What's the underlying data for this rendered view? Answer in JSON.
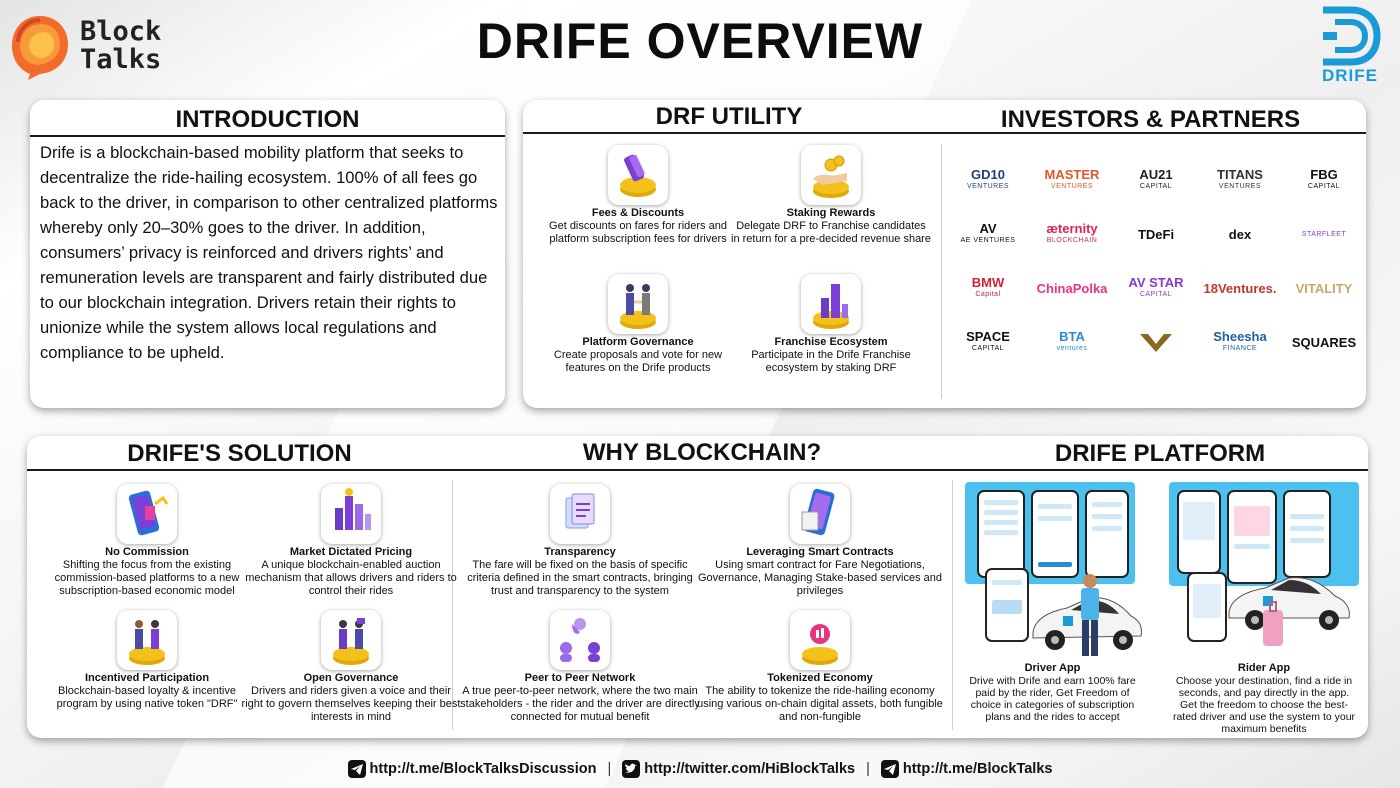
{
  "header": {
    "brand_line1": "Block",
    "brand_line2": "Talks",
    "title": "DRIFE OVERVIEW",
    "drife_logo_text": "DRIFE"
  },
  "introduction": {
    "title": "INTRODUCTION",
    "body": "Drife is a blockchain-based mobility platform that seeks to decentralize the ride-hailing ecosystem. 100% of all fees go back to the driver, in comparison to other centralized platforms whereby only 20–30% goes to the driver. In addition, consumers’ privacy is reinforced and drivers rights’ and remuneration levels are transparent and fairly distributed due to our blockchain integration. Drivers retain their rights to unionize while the system allows local regulations and compliance to be upheld."
  },
  "utility": {
    "title": "DRF UTILITY",
    "items": [
      {
        "title": "Fees & Discounts",
        "desc": "Get discounts on fares for riders and platform subscription fees for drivers"
      },
      {
        "title": "Staking Rewards",
        "desc": "Delegate  DRF  to Franchise candidates in return for a pre-decided revenue share"
      },
      {
        "title": "Platform Governance",
        "desc": "Create proposals and vote for new features on the Drife products"
      },
      {
        "title": "Franchise Ecosystem",
        "desc": "Participate in the Drife Franchise ecosystem by staking DRF"
      }
    ]
  },
  "investors": {
    "title": "INVESTORS & PARTNERS",
    "logos": [
      {
        "name": "GD10",
        "sub": "VENTURES",
        "color": "#1f3f7a"
      },
      {
        "name": "MASTER",
        "sub": "VENTURES",
        "color": "#e2562a"
      },
      {
        "name": "AU21",
        "sub": "CAPITAL",
        "color": "#222222"
      },
      {
        "name": "TITANS",
        "sub": "VENTURES",
        "color": "#333333"
      },
      {
        "name": "FBG",
        "sub": "CAPITAL",
        "color": "#111111"
      },
      {
        "name": "AV",
        "sub": "AE VENTURES",
        "color": "#111111"
      },
      {
        "name": "æternity",
        "sub": "BLOCKCHAIN",
        "color": "#e0245e"
      },
      {
        "name": "TDeFi",
        "sub": "",
        "color": "#111111"
      },
      {
        "name": "dex",
        "sub": "",
        "color": "#111111"
      },
      {
        "name": "",
        "sub": "STARFLEET",
        "color": "#7b3fd8"
      },
      {
        "name": "BMW",
        "sub": "Capital",
        "color": "#d4213a"
      },
      {
        "name": "ChinaPolka",
        "sub": "",
        "color": "#e8347f"
      },
      {
        "name": "AV STAR",
        "sub": "CAPITAL",
        "color": "#8a3ad1"
      },
      {
        "name": "18Ventures.",
        "sub": "",
        "color": "#c0392b"
      },
      {
        "name": "VITALITY",
        "sub": "",
        "color": "#c9a86a"
      },
      {
        "name": "SPACE",
        "sub": "CAPITAL",
        "color": "#111111"
      },
      {
        "name": "BTA",
        "sub": "ventures",
        "color": "#2a8bd8"
      },
      {
        "name": "",
        "sub": "",
        "color": "#8a6a1a"
      },
      {
        "name": "Sheesha",
        "sub": "FINANCE",
        "color": "#1f5fa8"
      },
      {
        "name": "SQUARES",
        "sub": "",
        "color": "#111111"
      }
    ]
  },
  "solution": {
    "title": "DRIFE'S SOLUTION",
    "items": [
      {
        "title": "No Commission",
        "desc": "Shifting the focus from the existing commission-based platforms to a new subscription-based economic model"
      },
      {
        "title": "Market Dictated Pricing",
        "desc": "A unique blockchain-enabled auction mechanism that allows drivers and riders to control their rides"
      },
      {
        "title": "Incentived Participation",
        "desc": "Blockchain-based loyalty & incentive program by using native token \"DRF\""
      },
      {
        "title": "Open Governance",
        "desc": "Drivers and riders given a voice and their right to govern themselves keeping their best interests in mind"
      }
    ]
  },
  "blockchain": {
    "title": "WHY BLOCKCHAIN?",
    "items": [
      {
        "title": "Transparency",
        "desc": "The fare will be fixed on the basis of specific criteria defined in the smart contracts, bringing trust and transparency to the system"
      },
      {
        "title": "Leveraging Smart Contracts",
        "desc": "Using smart contract for Fare Negotiations, Governance, Managing Stake-based services and privileges"
      },
      {
        "title": "Peer to Peer Network",
        "desc": "A true peer-to-peer network, where the two main stakeholders - the rider and the driver are directly connected for mutual benefit"
      },
      {
        "title": "Tokenized Economy",
        "desc": "The ability to tokenize the ride-hailing economy using various on-chain digital assets, both fungible and non-fungible"
      }
    ]
  },
  "platform": {
    "title": "DRIFE PLATFORM",
    "driver": {
      "title": "Driver App",
      "desc": "Drive with Drife and earn 100% fare paid by the rider, Get Freedom of choice in categories of subscription plans and the rides to accept"
    },
    "rider": {
      "title": "Rider App",
      "desc": "Choose your destination, find a ride in seconds, and pay directly in the app. Get the freedom to choose the best-rated driver and use the system to your maximum benefits"
    }
  },
  "footer": {
    "links": [
      "http://t.me/BlockTalksDiscussion",
      "http://twitter.com/HiBlockTalks",
      "http://t.me/BlockTalks"
    ],
    "separator": "|"
  },
  "colors": {
    "drife_blue": "#1a9ad6",
    "coin_gold": "#f2c21b",
    "panel_blue": "#4cc0ef",
    "blocktalks_orange": "#f26b2a"
  }
}
